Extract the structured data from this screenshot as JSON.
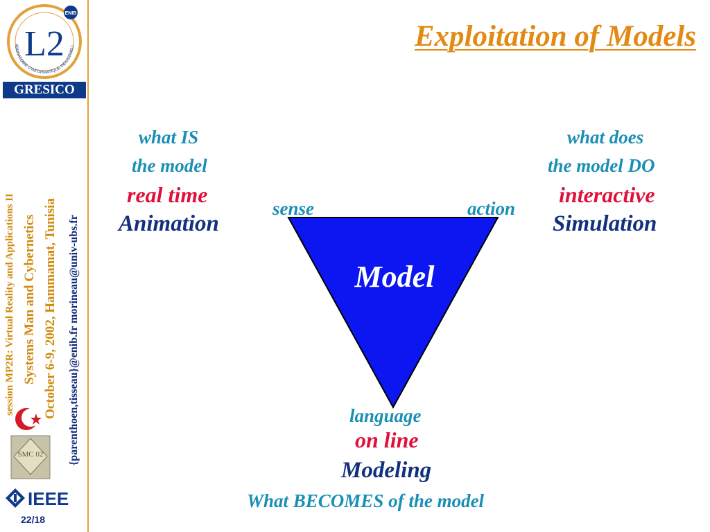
{
  "sidebar": {
    "logo_text": "L2",
    "logo_badge": "ENIB",
    "logo_ring_text": "LABORATOIRE D'INFORMATIQUE INDUSTRIELLE",
    "group_label": "GRESICO",
    "session": "session MP2R: Virtual Reality and Applications II",
    "conference": "Systems Man and Cybernetics",
    "date_place": "October 6-9, 2002, Hammamat, Tunisia",
    "contacts": "{parenthoen,tisseau}@enib.fr  morineau@univ-ubs.fr",
    "smc_logo_text": "SMC 02",
    "ieee_label": "IEEE",
    "page_number": "22/18"
  },
  "slide": {
    "title": "Exploitation of Models",
    "left": {
      "q1": "what IS",
      "q2": "the model",
      "mode": "real time",
      "name": "Animation"
    },
    "right": {
      "q1": "what does",
      "q2": "the model DO",
      "mode": "interactive",
      "name": "Simulation"
    },
    "bottom": {
      "vertex": "language",
      "mode": "on line",
      "name": "Modeling",
      "question": "What BECOMES of the model"
    },
    "triangle": {
      "label": "Model",
      "left_vertex": "sense",
      "right_vertex": "action",
      "fill": "#0b16f0"
    }
  }
}
